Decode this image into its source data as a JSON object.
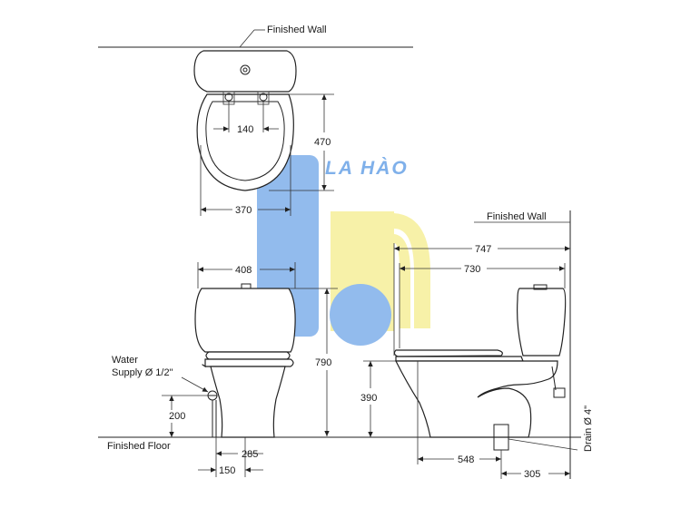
{
  "labels": {
    "finished_wall_top": "Finished Wall",
    "finished_wall_side": "Finished Wall",
    "finished_floor": "Finished Floor",
    "water_supply_line1": "Water",
    "water_supply_line2": "Supply Ø 1/2\"",
    "drain": "Drain Ø 4\""
  },
  "dimensions": {
    "seat_hole_spacing": "140",
    "seat_width": "370",
    "seat_depth": "470",
    "tank_width": "408",
    "total_height": "790",
    "supply_height": "200",
    "supply_offset": "150",
    "base_width": "285",
    "total_length": "747",
    "length_730": "730",
    "seat_height": "390",
    "drain_to_front": "548",
    "drain_to_wall": "305"
  },
  "watermark": {
    "text": "LA HÀO",
    "colors": {
      "blue": "#7fb0ea",
      "yellow": "#f6ef9a"
    }
  }
}
